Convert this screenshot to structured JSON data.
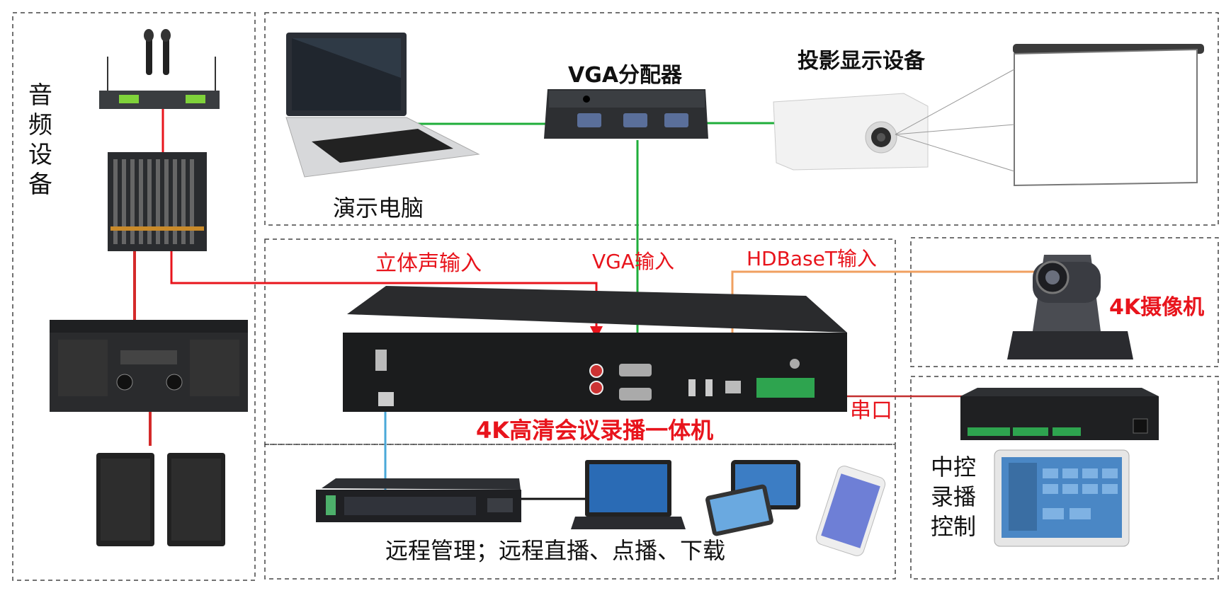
{
  "labels": {
    "audio_devices": [
      "音",
      "频",
      "设",
      "备"
    ],
    "demo_pc": "演示电脑",
    "vga_splitter": "VGA分配器",
    "projection": "投影显示设备",
    "stereo_input": "立体声输入",
    "vga_input": "VGA输入",
    "hdbaset_input": "HDBaseT输入",
    "camera_4k": "4K摄像机",
    "recorder": "4K高清会议录播一体机",
    "serial_port": "串口",
    "remote": "远程管理；远程直播、点播、下载",
    "central_control": [
      "中控",
      "录播",
      "控制"
    ]
  },
  "colors": {
    "audio_cable": "#e8141c",
    "vga_cable": "#1fae3a",
    "hdbaset_cable": "#f0a060",
    "network_cable": "#4aa8d8",
    "serial_cable": "#c43030",
    "label_red": "#e8141c"
  }
}
